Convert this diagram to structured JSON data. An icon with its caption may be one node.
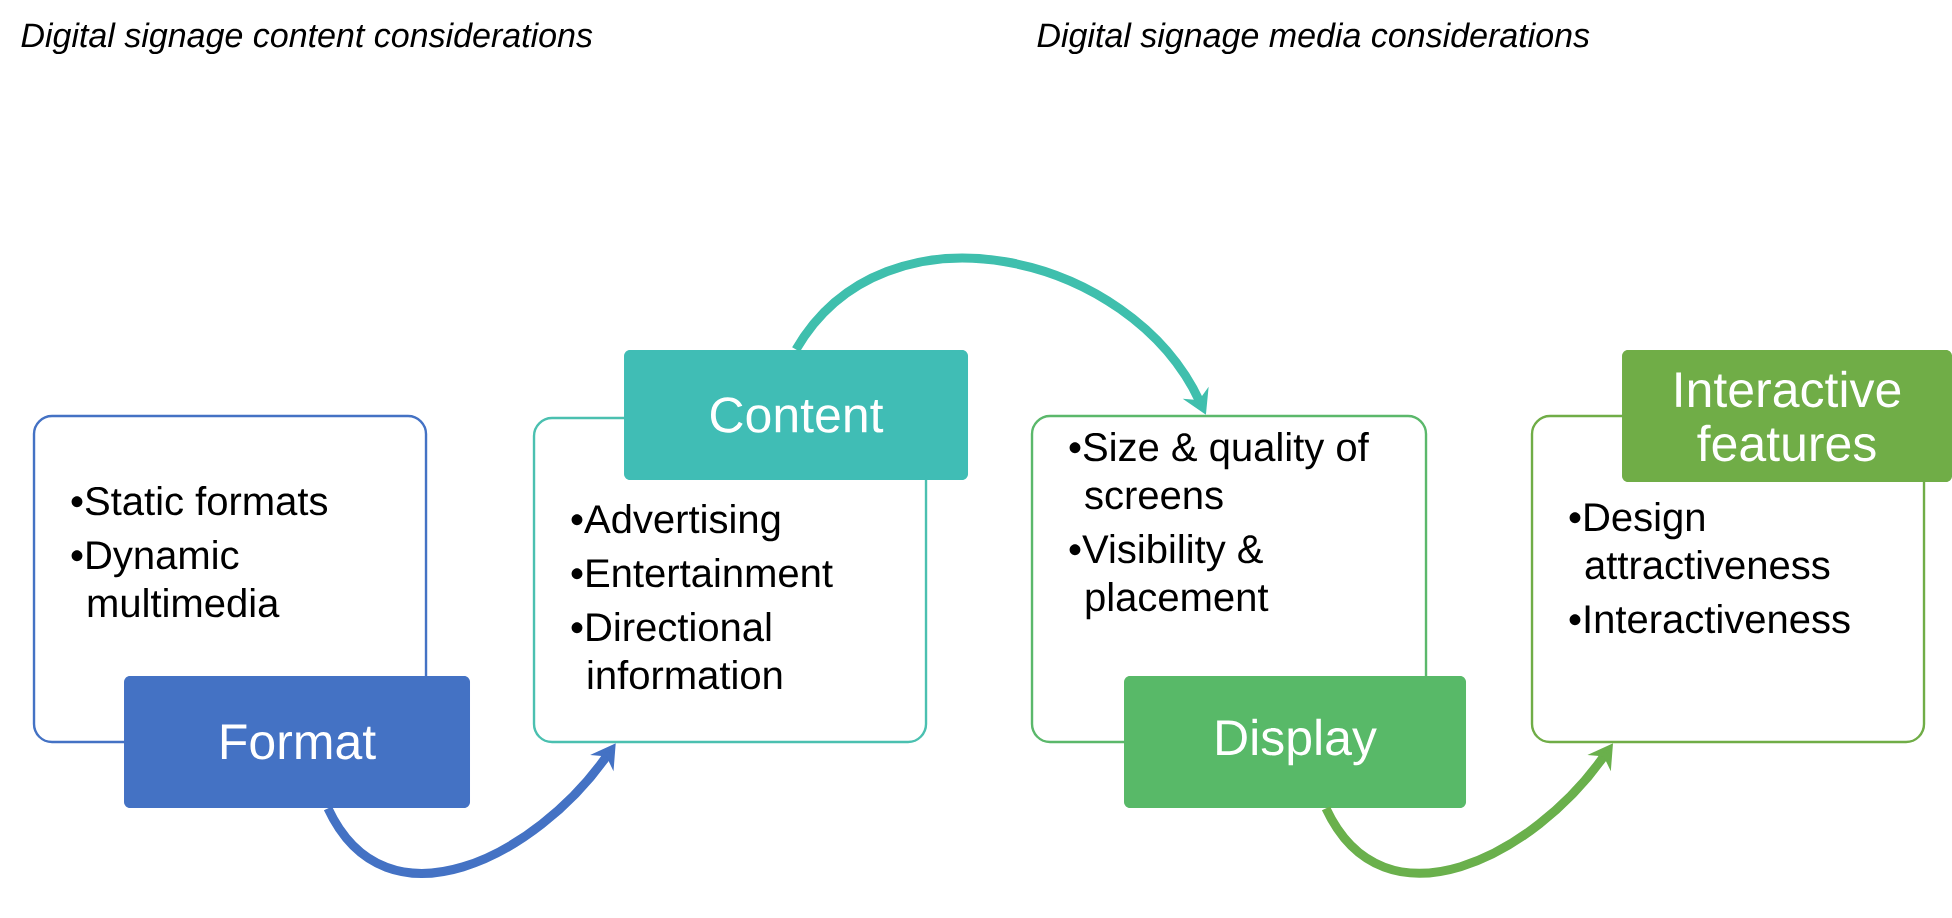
{
  "diagram": {
    "nodes": [
      {
        "text": [
          "•Static formats",
          "•Dynamic multimedia"
        ]
      },
      {
        "text": [
          "Format"
        ]
      },
      {
        "text": [
          "Content"
        ]
      },
      {
        "text": [
          "•Advertising",
          "•Entertainment",
          "•Directional information"
        ]
      },
      {
        "text": [
          "•Size & quality of screens",
          "•Visibility & placement"
        ]
      },
      {
        "text": [
          "Display"
        ]
      },
      {
        "text": [
          "Interactive features"
        ]
      },
      {
        "text": [
          "•Design attractiveness",
          "•Interactiveness"
        ]
      }
    ],
    "edges": [
      {
        "from": 1,
        "to": 3,
        "arrow": "to",
        "color": "#4472c4"
      },
      {
        "from": 2,
        "to": 4,
        "arrow": "to",
        "color": "#3fbfad"
      },
      {
        "from": 5,
        "to": 7,
        "arrow": "to",
        "color": "#6ab04c"
      }
    ],
    "labels": [
      "Digital signage content considerations",
      "Digital signage media considerations"
    ]
  }
}
